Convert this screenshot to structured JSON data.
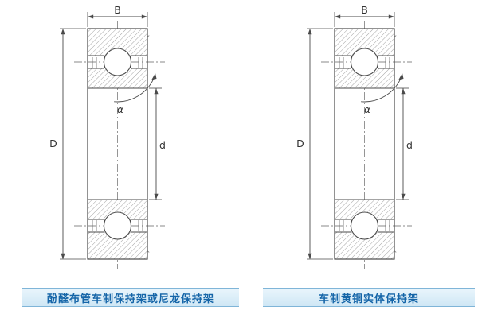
{
  "diagrams": {
    "labels": {
      "width": "B",
      "outer_diameter": "D",
      "bore_diameter": "d",
      "contact_angle": "α"
    },
    "captions": [
      {
        "text": "酚醛布管车制保持架或尼龙保持架"
      },
      {
        "text": "车制黄铜实体保持架"
      }
    ],
    "colors": {
      "line": "#4a4a4a",
      "centerline": "#8a8a8a",
      "hatch": "#9a9a9a",
      "caption_bg": "#ddeef8",
      "caption_border": "#7fb5d8",
      "caption_text": "#1565a8"
    }
  }
}
